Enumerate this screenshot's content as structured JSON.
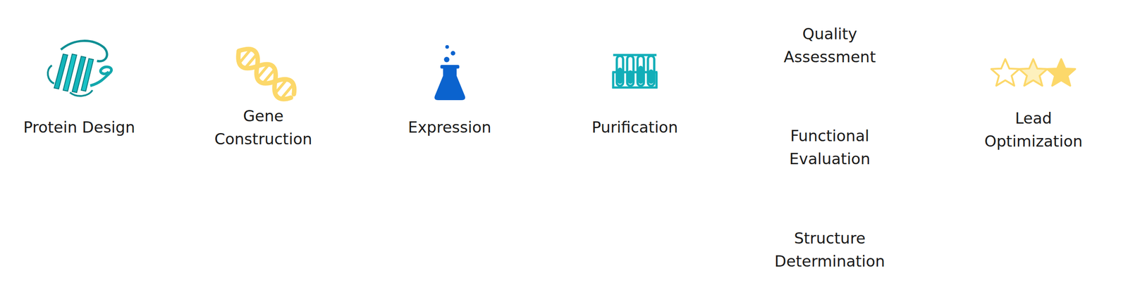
{
  "diagram": {
    "nodes": [
      {
        "text": [
          "Protein Design"
        ]
      },
      {
        "text": [
          "Gene Construction"
        ]
      },
      {
        "text": [
          "Expression"
        ]
      },
      {
        "text": [
          "Purification"
        ]
      },
      {
        "text": [
          "Quality Assessment"
        ]
      },
      {
        "text": [
          "Functional Evaluation"
        ]
      },
      {
        "text": [
          "Structure Determination"
        ]
      },
      {
        "text": [
          "Lead Optimization"
        ]
      }
    ]
  }
}
